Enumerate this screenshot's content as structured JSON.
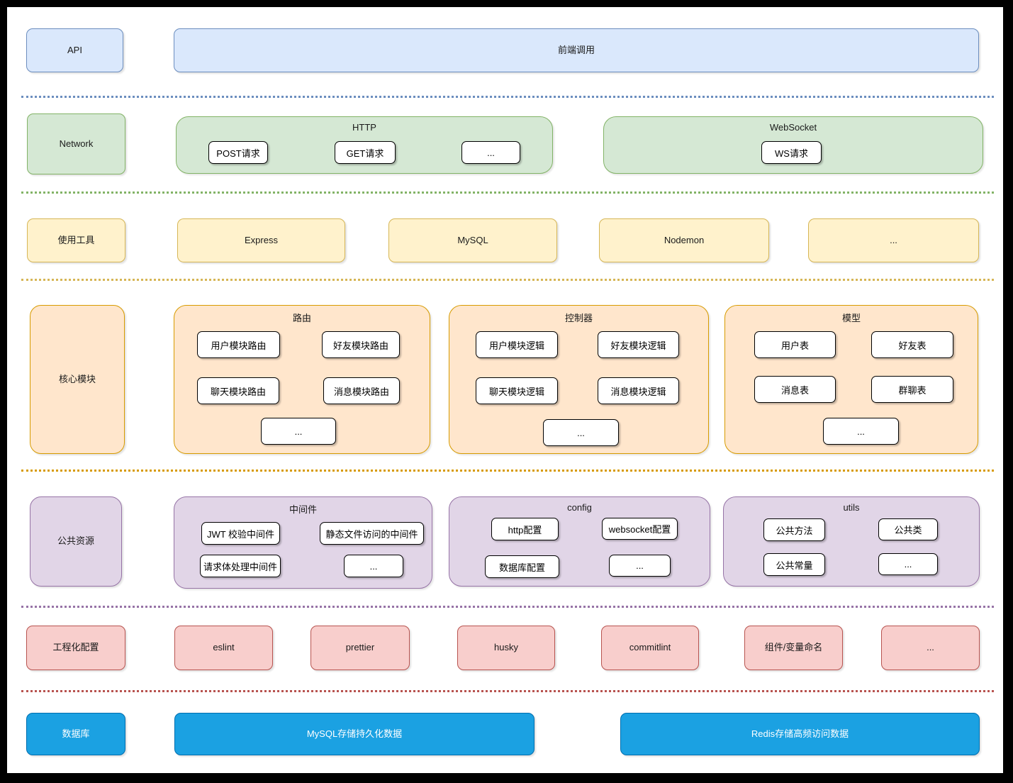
{
  "layers": {
    "api": {
      "label": "API",
      "frontend": "前端调用"
    },
    "network": {
      "label": "Network",
      "http": {
        "title": "HTTP",
        "items": [
          "POST请求",
          "GET请求",
          "..."
        ]
      },
      "websocket": {
        "title": "WebSocket",
        "items": [
          "WS请求"
        ]
      }
    },
    "tools": {
      "label": "使用工具",
      "items": [
        "Express",
        "MySQL",
        "Nodemon",
        "..."
      ]
    },
    "core": {
      "label": "核心模块",
      "groups": [
        {
          "title": "路由",
          "items": [
            "用户模块路由",
            "好友模块路由",
            "聊天模块路由",
            "消息模块路由",
            "..."
          ]
        },
        {
          "title": "控制器",
          "items": [
            "用户模块逻辑",
            "好友模块逻辑",
            "聊天模块逻辑",
            "消息模块逻辑",
            "..."
          ]
        },
        {
          "title": "模型",
          "items": [
            "用户表",
            "好友表",
            "消息表",
            "群聊表",
            "..."
          ]
        }
      ]
    },
    "shared": {
      "label": "公共资源",
      "groups": [
        {
          "title": "中间件",
          "items": [
            "JWT 校验中间件",
            "静态文件访问的中间件",
            "请求体处理中间件",
            "..."
          ]
        },
        {
          "title": "config",
          "items": [
            "http配置",
            "websocket配置",
            "数据库配置",
            "..."
          ]
        },
        {
          "title": "utils",
          "items": [
            "公共方法",
            "公共类",
            "公共常量",
            "..."
          ]
        }
      ]
    },
    "engineering": {
      "label": "工程化配置",
      "items": [
        "eslint",
        "prettier",
        "husky",
        "commitlint",
        "组件/变量命名",
        "..."
      ]
    },
    "database": {
      "label": "数据库",
      "items": [
        "MySQL存储持久化数据",
        "Redis存储高频访问数据"
      ]
    }
  },
  "colors": {
    "blue_fill": "#dae8fc",
    "blue_border": "#6c8ebf",
    "green_fill": "#d5e8d4",
    "green_border": "#82b366",
    "yellow_fill": "#fff2cc",
    "yellow_border": "#d6b656",
    "orange_fill": "#ffe6cc",
    "orange_border": "#d79b00",
    "purple_fill": "#e1d5e7",
    "purple_border": "#9673a6",
    "red_fill": "#f8cecc",
    "red_border": "#b85450",
    "azure_fill": "#1ba1e2",
    "azure_border": "#006eaf"
  }
}
